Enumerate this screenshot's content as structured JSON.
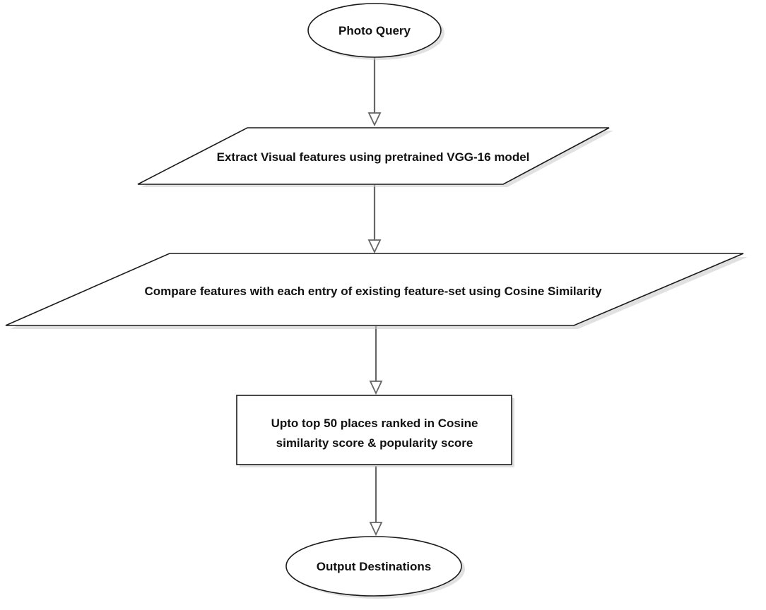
{
  "diagram": {
    "nodes": [
      {
        "id": "photo-query",
        "shape": "ellipse",
        "lines": [
          "Photo Query"
        ]
      },
      {
        "id": "extract-features",
        "shape": "parallelogram",
        "lines": [
          "Extract Visual features using pretrained VGG-16 model"
        ]
      },
      {
        "id": "compare-features",
        "shape": "parallelogram",
        "lines": [
          "Compare features with each entry of existing feature-set using Cosine Similarity"
        ]
      },
      {
        "id": "rank-places",
        "shape": "rectangle",
        "lines": [
          "Upto top 50 places ranked in Cosine",
          "similarity score & popularity score"
        ]
      },
      {
        "id": "output-destinations",
        "shape": "ellipse",
        "lines": [
          "Output Destinations"
        ]
      }
    ],
    "edges": [
      {
        "from": "photo-query",
        "to": "extract-features"
      },
      {
        "from": "extract-features",
        "to": "compare-features"
      },
      {
        "from": "compare-features",
        "to": "rank-places"
      },
      {
        "from": "rank-places",
        "to": "output-destinations"
      }
    ],
    "colors": {
      "stroke": "#1a1a1a",
      "connector": "#666666",
      "fill": "#ffffff",
      "shadow": "#c9c9c9"
    }
  }
}
